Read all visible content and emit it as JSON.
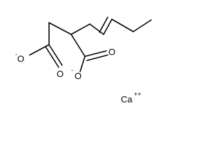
{
  "molecule": {
    "atoms": {
      "o_left_single": "O",
      "o_left_single_charge": "-",
      "o_left_double": "O",
      "o_right_single": "O",
      "o_right_single_charge": "-",
      "o_right_double": "O",
      "counter_ion": "Ca",
      "counter_ion_charge": "++"
    }
  }
}
